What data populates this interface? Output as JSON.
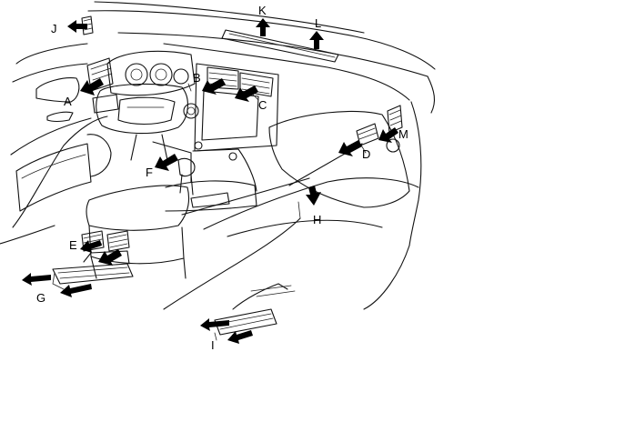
{
  "labels": {
    "a": "A",
    "b": "B",
    "c": "C",
    "d": "D",
    "e": "E",
    "f": "F",
    "g": "G",
    "h": "H",
    "i": "I",
    "j": "J",
    "k": "K",
    "l": "L",
    "m": "M"
  }
}
